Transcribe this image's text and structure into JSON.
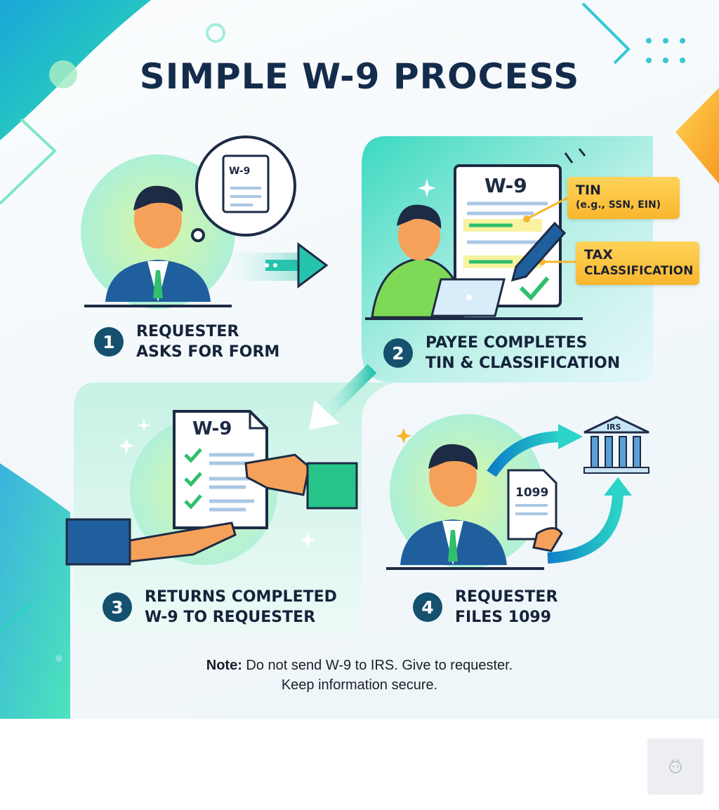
{
  "title": "SIMPLE W-9 PROCESS",
  "steps": [
    {
      "number": "1",
      "lines": [
        "REQUESTER",
        "ASKS FOR FORM"
      ]
    },
    {
      "number": "2",
      "lines": [
        "PAYEE COMPLETES",
        "TIN & CLASSIFICATION"
      ]
    },
    {
      "number": "3",
      "lines": [
        "RETURNS COMPLETED",
        "W-9 TO REQUESTER"
      ]
    },
    {
      "number": "4",
      "lines": [
        "REQUESTER",
        "FILES 1099"
      ]
    }
  ],
  "callouts": {
    "tin": {
      "title": "TIN",
      "subtitle": "(e.g., SSN, EIN)"
    },
    "tax": {
      "line1": "TAX",
      "line2": "CLASSIFICATION"
    }
  },
  "form_labels": {
    "bubble": "W-9",
    "step2_form": "W-9",
    "step3_form": "W-9",
    "form_1099": "1099",
    "irs": "IRS"
  },
  "note": {
    "label": "Note:",
    "line1": " Do not send W-9 to IRS. Give to requester.",
    "line2": "Keep information secure."
  },
  "colors": {
    "title": "#142c4c",
    "badge": "#15506f",
    "teal": "#22c5b4",
    "green_accent": "#2fbf6d",
    "callout": "#f8b62d",
    "suit": "#1f5f9e"
  },
  "icons": [
    "speech-bubble-icon",
    "arrow-right-icon",
    "pen-icon",
    "laptop-icon",
    "checkmark-icon",
    "hand-icon",
    "irs-building-icon",
    "sparkle-icon"
  ]
}
